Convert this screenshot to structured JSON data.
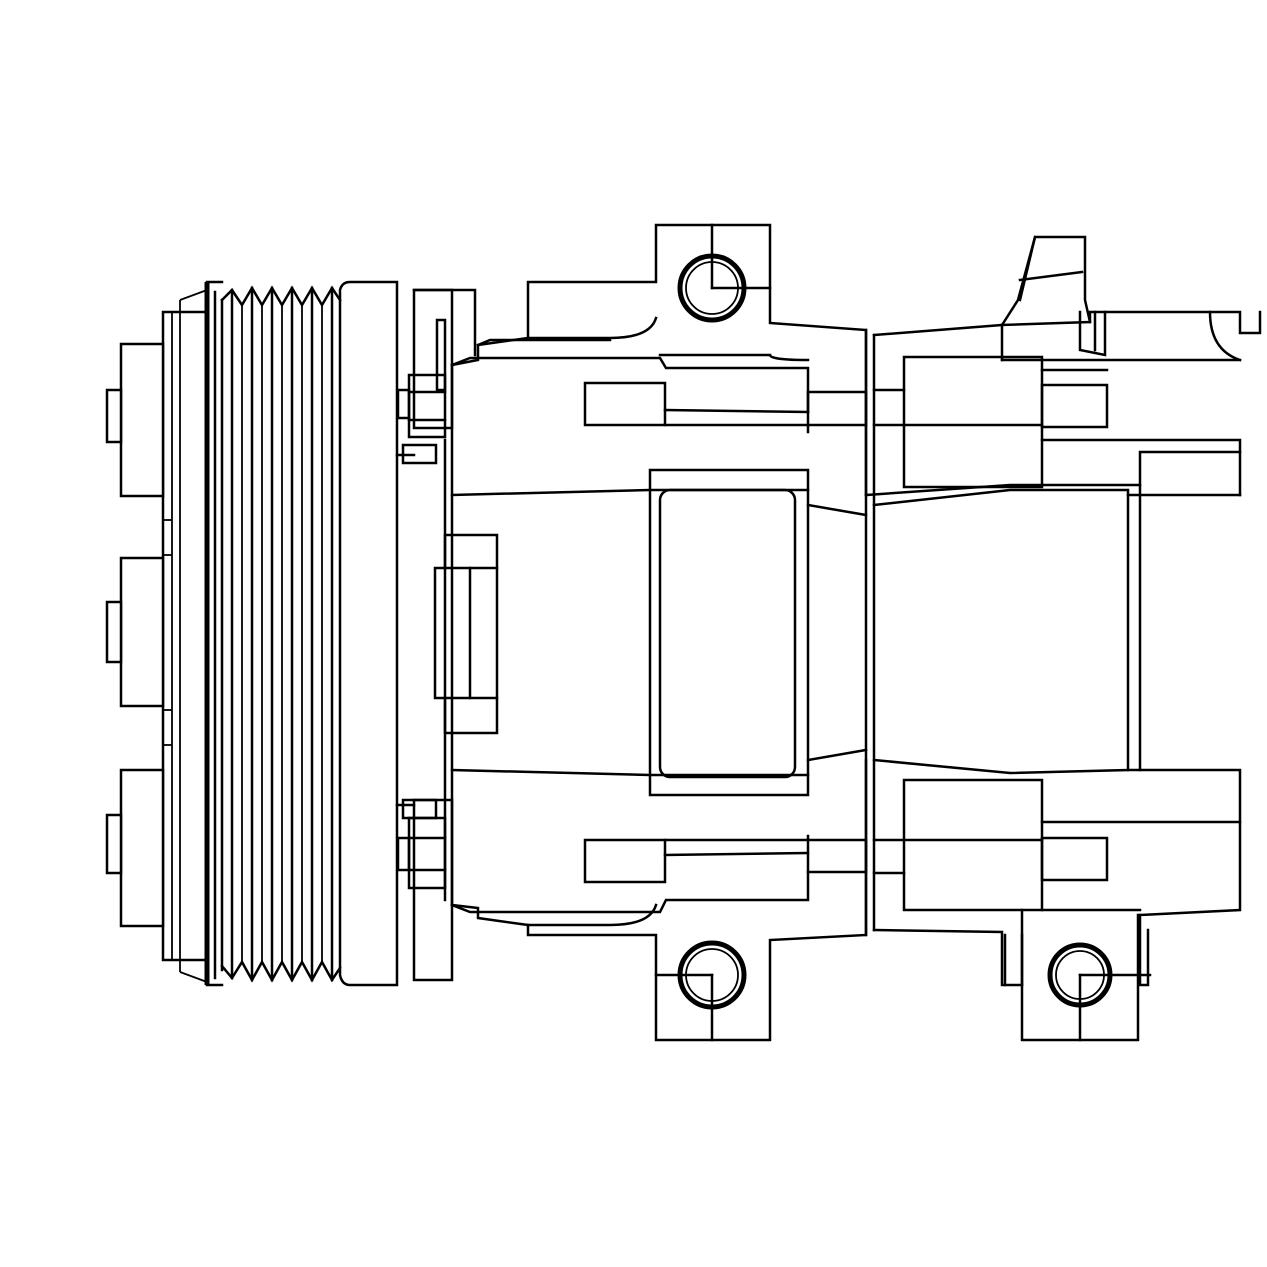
{
  "drawing": {
    "subject": "ac-compressor-side-view",
    "colors": {
      "background": "#ffffff",
      "ink": "#000000"
    },
    "pulley_grooves": 6,
    "mounting_ears": 3
  }
}
